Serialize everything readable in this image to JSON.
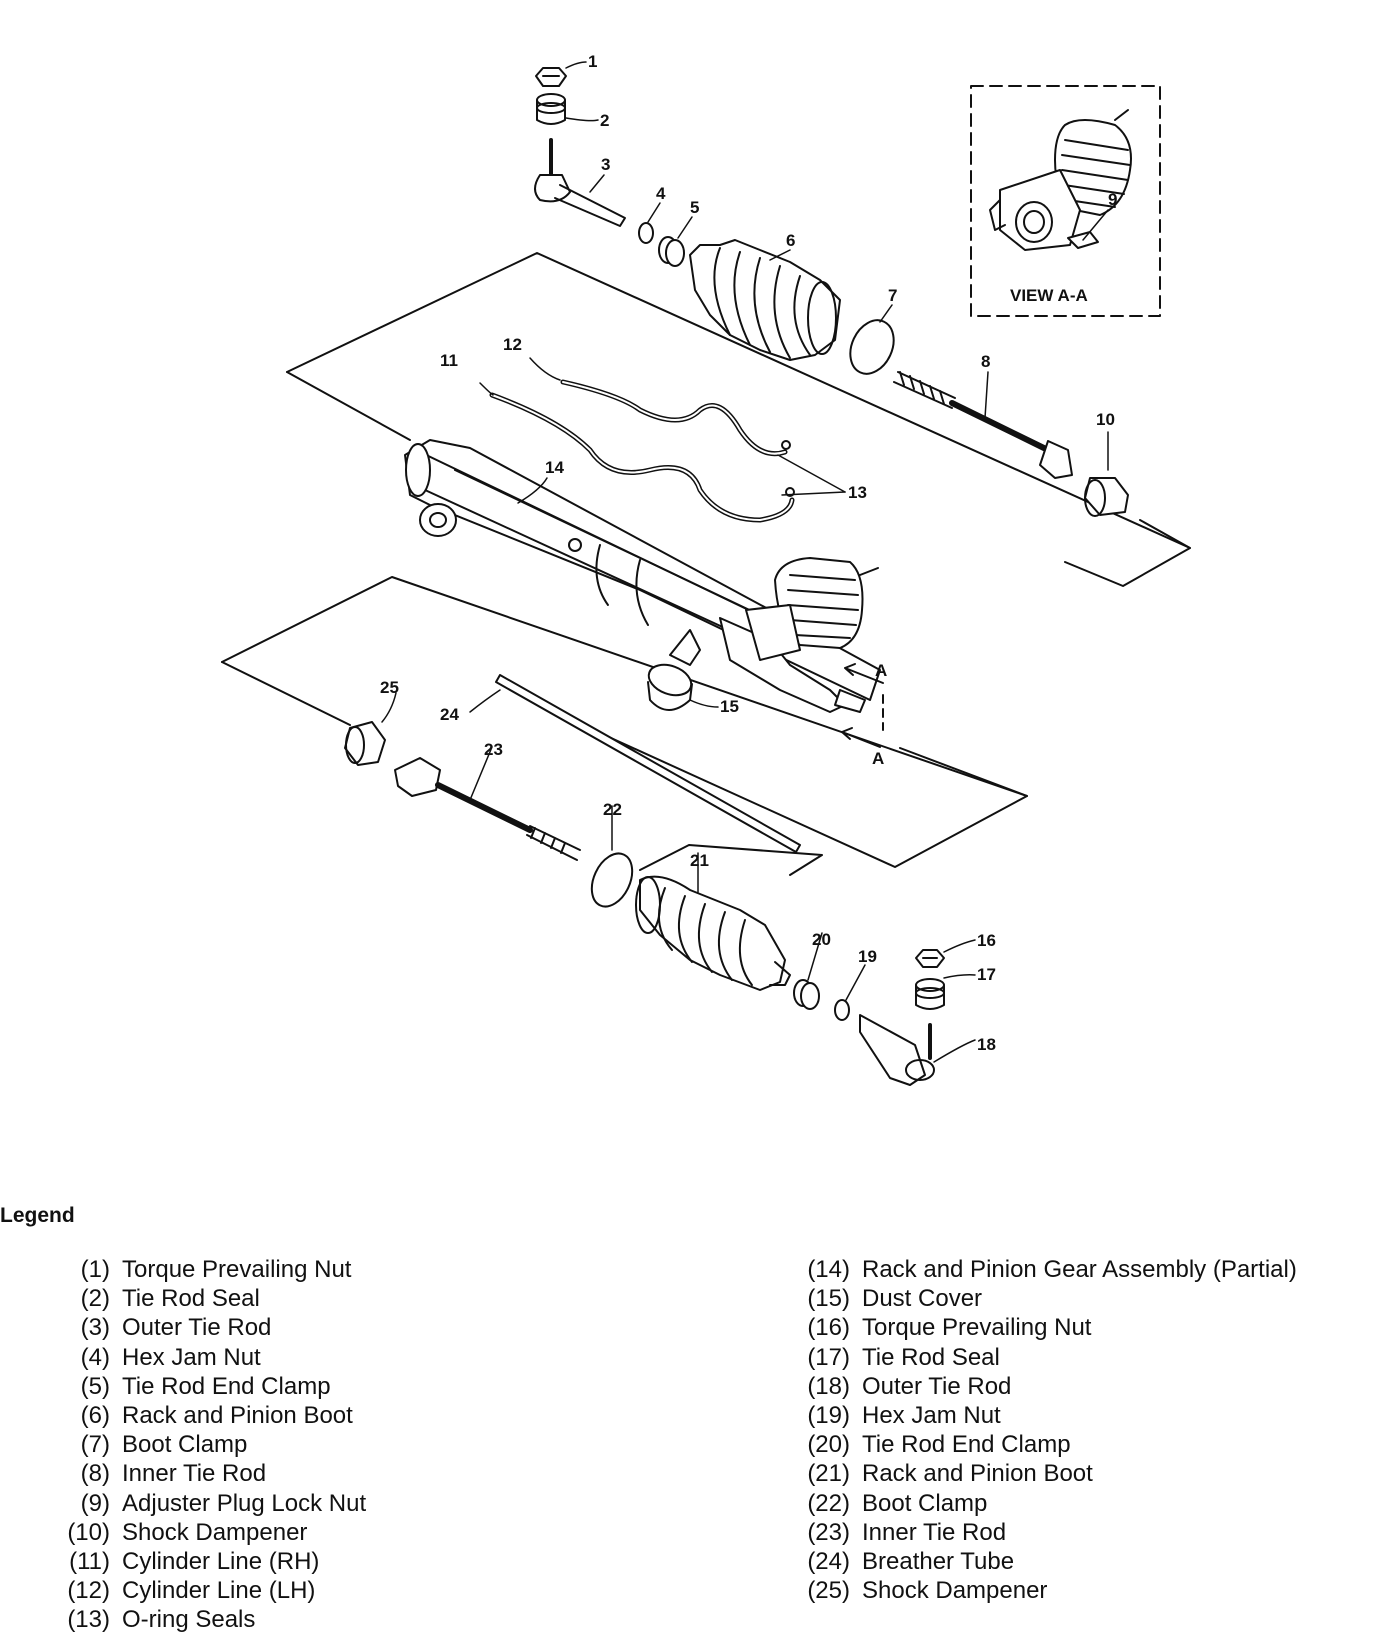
{
  "view_label": "VIEW A-A",
  "section_marker": "A",
  "callouts": [
    "1",
    "2",
    "3",
    "4",
    "5",
    "6",
    "7",
    "8",
    "9",
    "10",
    "11",
    "12",
    "13",
    "14",
    "15",
    "16",
    "17",
    "18",
    "19",
    "20",
    "21",
    "22",
    "23",
    "24",
    "25"
  ],
  "legend": {
    "title": "Legend",
    "items": [
      {
        "num": "(1)",
        "label": "Torque Prevailing Nut"
      },
      {
        "num": "(2)",
        "label": "Tie Rod Seal"
      },
      {
        "num": "(3)",
        "label": "Outer Tie Rod"
      },
      {
        "num": "(4)",
        "label": "Hex Jam Nut"
      },
      {
        "num": "(5)",
        "label": "Tie Rod End Clamp"
      },
      {
        "num": "(6)",
        "label": "Rack and Pinion Boot"
      },
      {
        "num": "(7)",
        "label": "Boot Clamp"
      },
      {
        "num": "(8)",
        "label": "Inner Tie Rod"
      },
      {
        "num": "(9)",
        "label": "Adjuster Plug Lock Nut"
      },
      {
        "num": "(10)",
        "label": "Shock Dampener"
      },
      {
        "num": "(11)",
        "label": "Cylinder Line (RH)"
      },
      {
        "num": "(12)",
        "label": "Cylinder Line (LH)"
      },
      {
        "num": "(13)",
        "label": "O-ring Seals"
      },
      {
        "num": "(14)",
        "label": "Rack and Pinion Gear Assembly (Partial)"
      },
      {
        "num": "(15)",
        "label": "Dust Cover"
      },
      {
        "num": "(16)",
        "label": "Torque Prevailing Nut"
      },
      {
        "num": "(17)",
        "label": "Tie Rod Seal"
      },
      {
        "num": "(18)",
        "label": "Outer Tie Rod"
      },
      {
        "num": "(19)",
        "label": "Hex Jam Nut"
      },
      {
        "num": "(20)",
        "label": "Tie Rod End Clamp"
      },
      {
        "num": "(21)",
        "label": "Rack and Pinion Boot"
      },
      {
        "num": "(22)",
        "label": "Boot Clamp"
      },
      {
        "num": "(23)",
        "label": "Inner Tie Rod"
      },
      {
        "num": "(24)",
        "label": "Breather Tube"
      },
      {
        "num": "(25)",
        "label": "Shock Dampener"
      }
    ]
  }
}
